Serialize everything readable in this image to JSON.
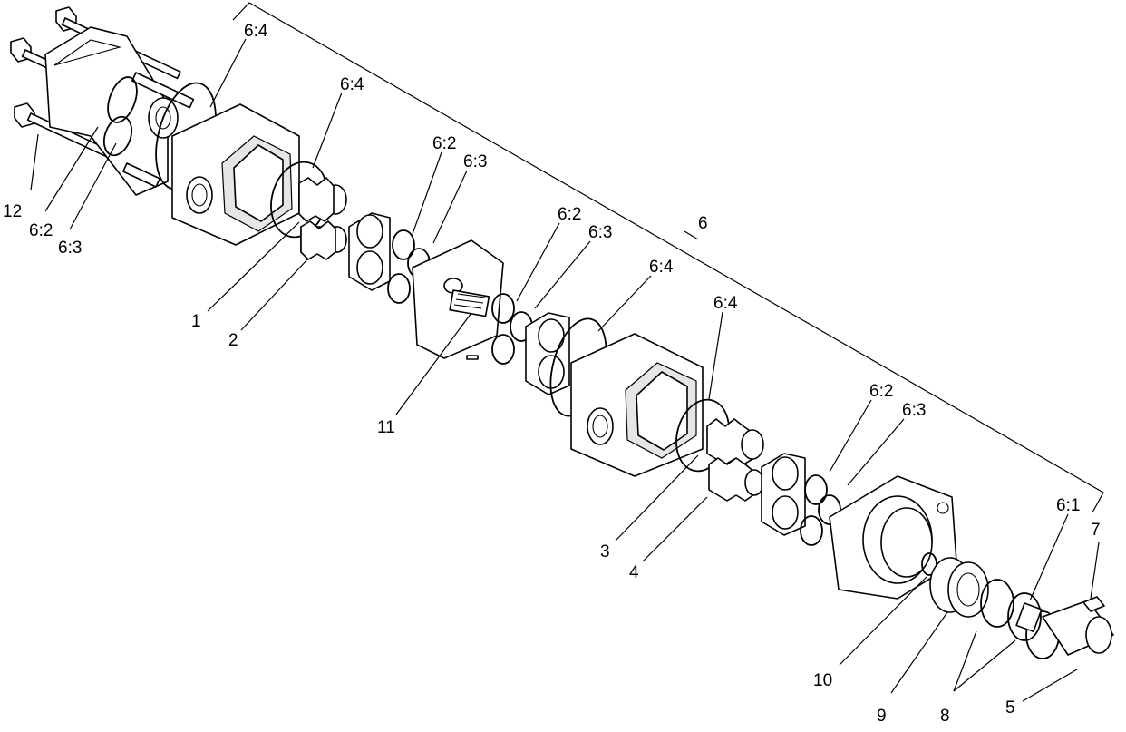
{
  "diagram": {
    "labels": {
      "l_6_4_a": "6:4",
      "l_6_4_b": "6:4",
      "l_6_2_a": "6:2",
      "l_6_3_a": "6:3",
      "l_6_2_b": "6:2",
      "l_6_3_b": "6:3",
      "l_6_4_c": "6:4",
      "l_6_4_d": "6:4",
      "l_6": "6",
      "l_6_2_c": "6:2",
      "l_6_3_c": "6:3",
      "l_12": "12",
      "l_6_2_d": "6:2",
      "l_6_3_d": "6:3",
      "l_1": "1",
      "l_2": "2",
      "l_11": "11",
      "l_3": "3",
      "l_4": "4",
      "l_6_1": "6:1",
      "l_7": "7",
      "l_10": "10",
      "l_9": "9",
      "l_8": "8",
      "l_5": "5"
    }
  }
}
